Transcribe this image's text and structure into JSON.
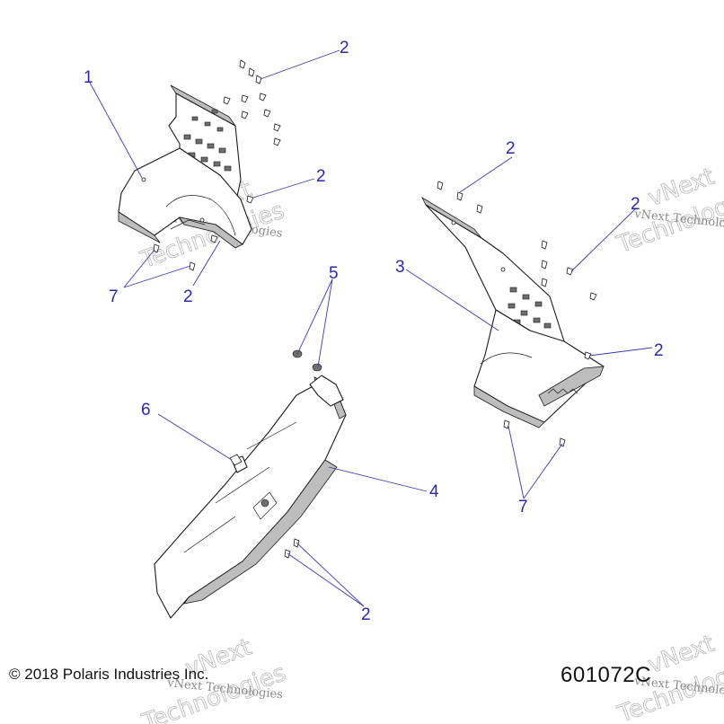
{
  "callouts": {
    "c1": "1",
    "c2a": "2",
    "c2b": "2",
    "c2c": "2",
    "c2d": "2",
    "c2e": "2",
    "c2f": "2",
    "c2g": "2",
    "c3": "3",
    "c4": "4",
    "c5": "5",
    "c6": "6",
    "c7a": "7",
    "c7b": "7"
  },
  "watermark": {
    "line1": "vNext",
    "line2": "Technologies",
    "small": "vNext Technologies"
  },
  "footer": {
    "copyright": "© 2018 Polaris Industries Inc.",
    "drawing_id": "601072C"
  },
  "colors": {
    "callout": "#2a2aa8",
    "line_art": "#1a1a1a",
    "watermark": "#b8b8b8"
  }
}
